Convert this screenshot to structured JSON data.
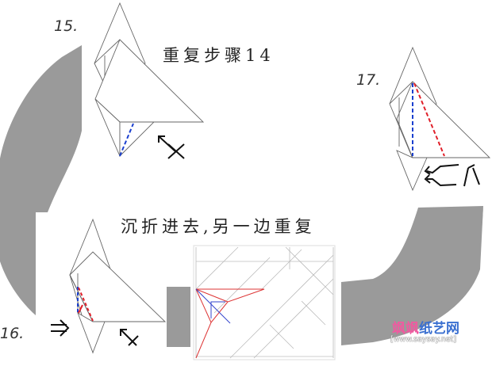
{
  "steps": {
    "step15": {
      "number": "15.",
      "caption": "重复步骤14"
    },
    "step16": {
      "number": "16.",
      "caption": "沉折进去,另一边重复"
    },
    "step17": {
      "number": "17."
    }
  },
  "watermark": {
    "brand_pink": "飒飒",
    "brand_blue": "纸艺网",
    "url": "[www.saysay.net]"
  },
  "colors": {
    "band": "#9a9a9a",
    "valley": "#1a3fcf",
    "mountain": "#e0202a",
    "line": "#666666"
  }
}
